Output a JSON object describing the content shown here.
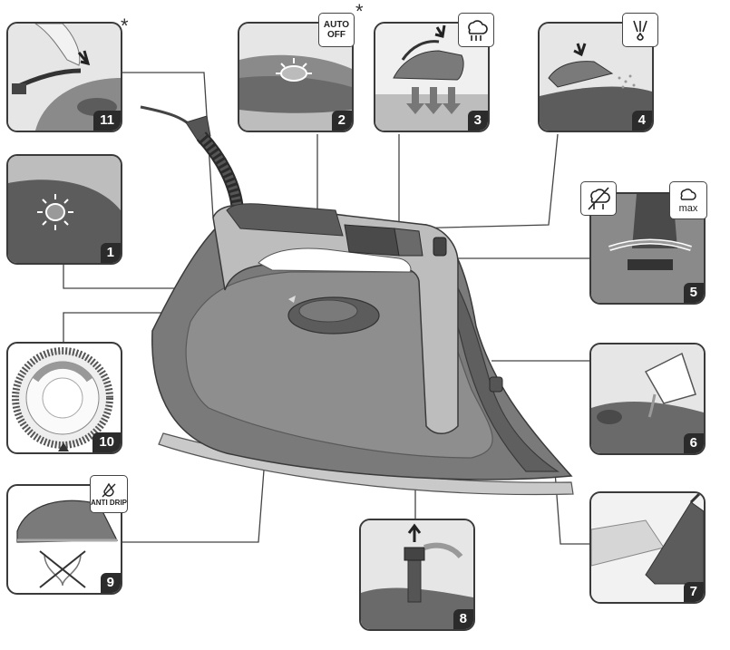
{
  "panels": [
    {
      "id": "11",
      "number": "11"
    },
    {
      "id": "2",
      "number": "2"
    },
    {
      "id": "3",
      "number": "3"
    },
    {
      "id": "4",
      "number": "4"
    },
    {
      "id": "1",
      "number": "1"
    },
    {
      "id": "5",
      "number": "5"
    },
    {
      "id": "10",
      "number": "10"
    },
    {
      "id": "6",
      "number": "6"
    },
    {
      "id": "9",
      "number": "9"
    },
    {
      "id": "7",
      "number": "7"
    },
    {
      "id": "8",
      "number": "8"
    }
  ],
  "labels": {
    "auto_off_line1": "AUTO",
    "auto_off_line2": "OFF",
    "anti_drip_text": "ANTI DRIP",
    "max_text": "max",
    "asterisk": "*"
  },
  "icons": {
    "steam_icon": "steam-cloud-icon",
    "spray_icon": "spray-icon",
    "no_steam_icon": "no-steam-icon",
    "max_steam_icon": "max-steam-icon",
    "anti_drip_icon": "anti-drip-icon"
  },
  "colors": {
    "outline": "#3a3a3a",
    "body_dark": "#6f6f6f",
    "body_mid": "#8c8c8c",
    "body_light": "#bdbdbd",
    "panel_bg": "#d9d9d9"
  }
}
